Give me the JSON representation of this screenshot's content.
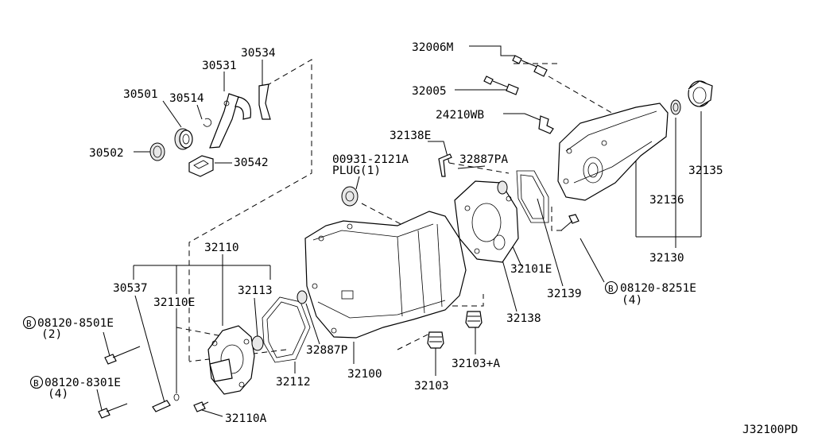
{
  "diagram_code": "J32100PD",
  "callouts": {
    "p30534": "30534",
    "p30531": "30531",
    "p30501": "30501",
    "p30514": "30514",
    "p30502": "30502",
    "p30542": "30542",
    "p32006M": "32006M",
    "p32005": "32005",
    "p24210WB": "24210WB",
    "p32138E": "32138E",
    "p00931": "00931-2121A",
    "plug": "PLUG(1)",
    "p32887PA": "32887PA",
    "p32135": "32135",
    "p32136": "32136",
    "p32130": "32130",
    "p32110": "32110",
    "p30537": "30537",
    "p32110E": "32110E",
    "p32113": "32113",
    "p32101E": "32101E",
    "p32139": "32139",
    "p32138": "32138",
    "p32887P": "32887P",
    "p32100": "32100",
    "p32112": "32112",
    "p32103A": "32103+A",
    "p32103": "32103",
    "p32110A": "32110A"
  },
  "bolts": {
    "b1": {
      "badge": "B",
      "part": "08120-8501E",
      "qty": "(2)"
    },
    "b2": {
      "badge": "B",
      "part": "08120-8301E",
      "qty": "(4)"
    },
    "b3": {
      "badge": "B",
      "part": "08120-8251E",
      "qty": "(4)"
    }
  }
}
